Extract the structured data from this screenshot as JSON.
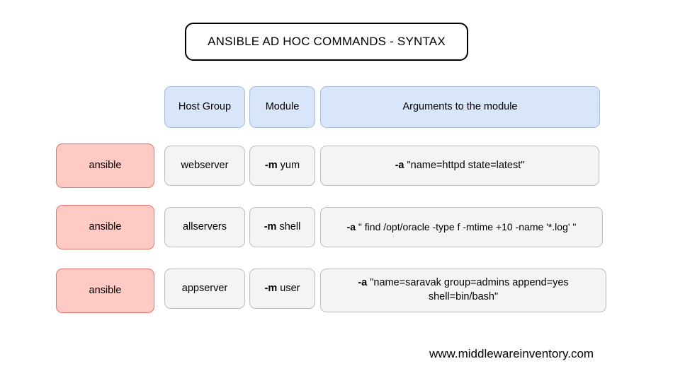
{
  "title": {
    "text": "ANSIBLE AD HOC COMMANDS - SYNTAX"
  },
  "table": {
    "headers": [
      {
        "label": "Host Group"
      },
      {
        "label": "Module"
      },
      {
        "label": "Arguments to the module"
      }
    ],
    "rows": [
      {
        "command": "ansible",
        "host_group": "webserver",
        "module_flag": "-m",
        "module": "yum",
        "args_flag": "-a",
        "args": "\"name=httpd state=latest\""
      },
      {
        "command": "ansible",
        "host_group": "allservers",
        "module_flag": "-m",
        "module": "shell",
        "args_flag": "-a",
        "args": "\" find /opt/oracle -type f -mtime +10 -name '*.log' \""
      },
      {
        "command": "ansible",
        "host_group": "appserver",
        "module_flag": "-m",
        "module": "user",
        "args_flag": "-a",
        "args": "\"name=saravak group=admins append=yes shell=bin/bash\""
      }
    ]
  },
  "footer": {
    "url": "www.middlewareinventory.com"
  },
  "colors": {
    "header_fill": "#d9e6fa",
    "header_border": "#a8bcdc",
    "command_fill": "#ffc9c4",
    "command_border": "#e0766c",
    "cell_fill": "#f4f4f4",
    "cell_border": "#bcbcbc",
    "title_border": "#000000",
    "text": "#000000",
    "background": "#ffffff"
  }
}
